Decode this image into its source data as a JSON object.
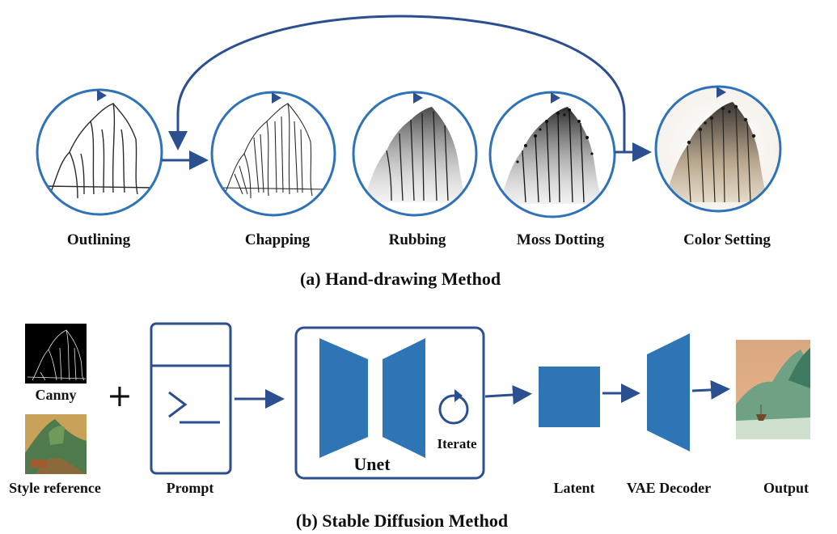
{
  "hand_drawing": {
    "caption": "(a)  Hand-drawing Method",
    "steps": [
      {
        "label": "Outlining"
      },
      {
        "label": "Chapping"
      },
      {
        "label": "Rubbing"
      },
      {
        "label": "Moss Dotting"
      },
      {
        "label": "Color Setting"
      }
    ]
  },
  "stable_diffusion": {
    "caption": "(b)  Stable Diffusion Method",
    "canny_label": "Canny",
    "style_label": "Style reference",
    "plus": "+",
    "prompt_label": "Prompt",
    "unet_label": "Unet",
    "iterate_label": "Iterate",
    "latent_label": "Latent",
    "vae_label": "VAE Decoder",
    "output_label": "Output"
  },
  "colors": {
    "accent": "#2e72b8",
    "arrow": "#2b4f8f",
    "block": "#2e75b6"
  }
}
